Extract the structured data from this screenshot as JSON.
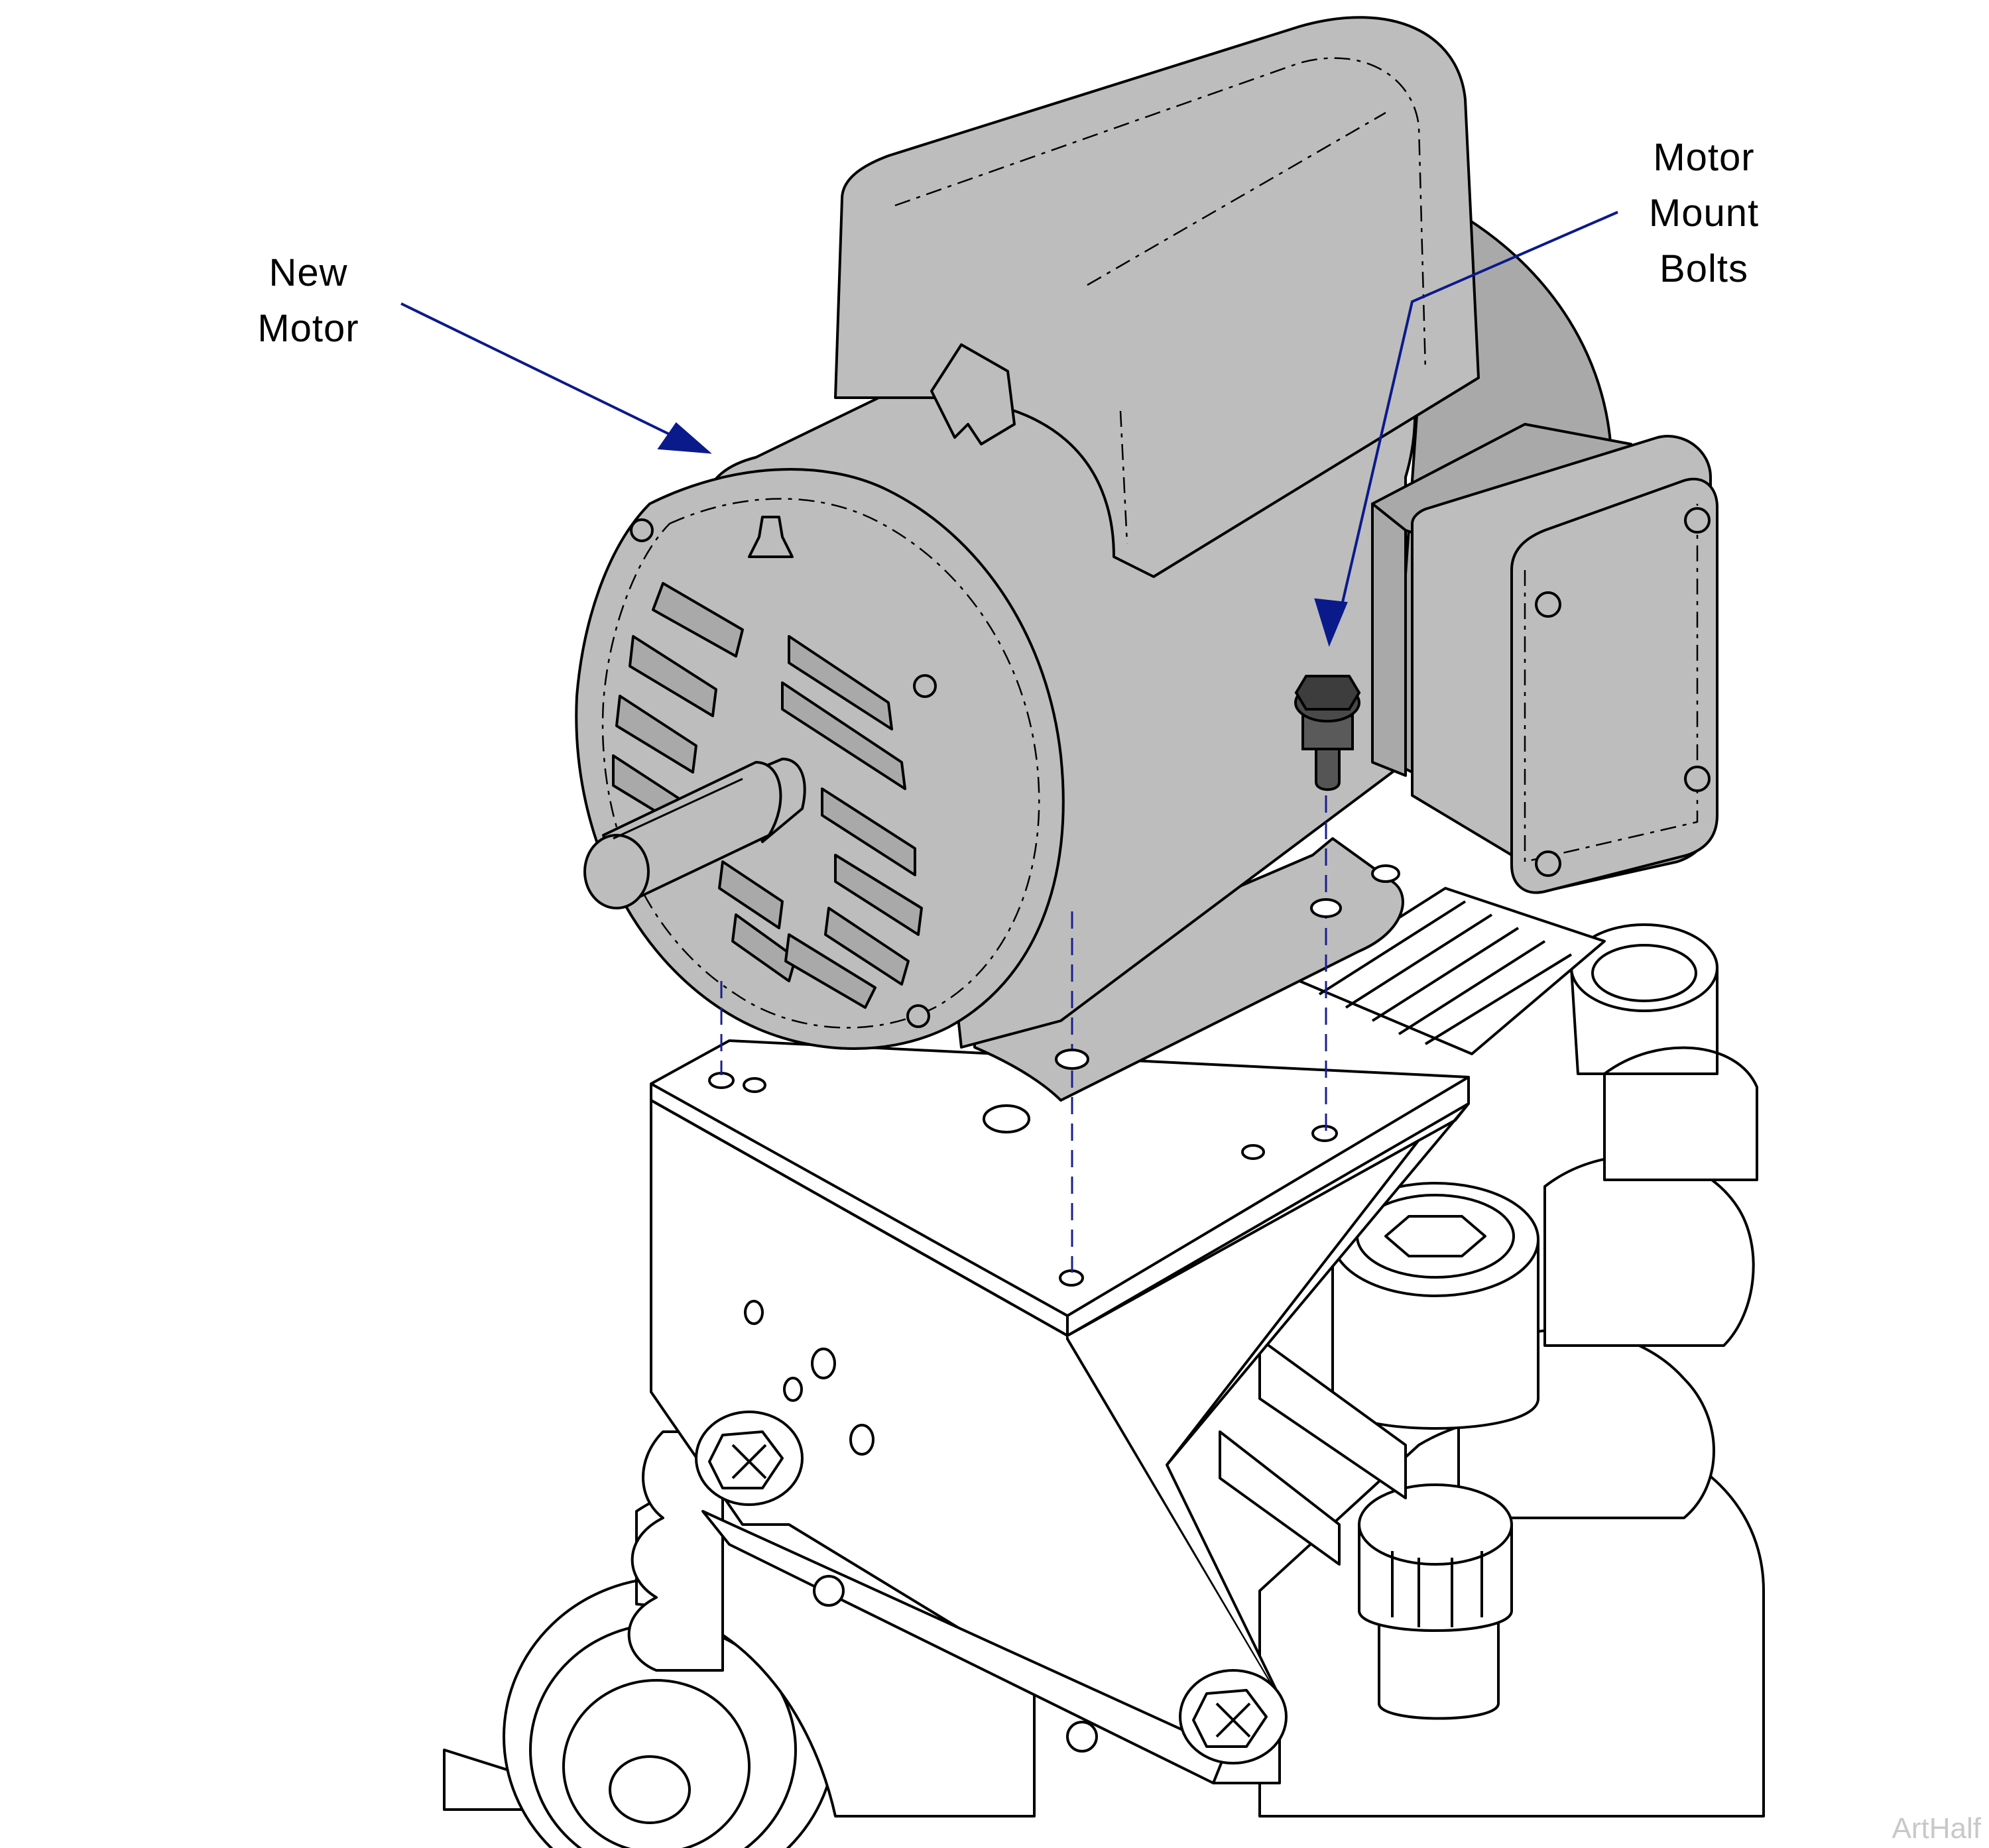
{
  "callouts": {
    "new_motor": {
      "line1": "New",
      "line2": "Motor"
    },
    "mount_bolts": {
      "line1": "Motor",
      "line2": "Mount",
      "line3": "Bolts"
    }
  },
  "watermark": "ArtHalf",
  "colors": {
    "motor_fill": "#bdbdbd",
    "motor_shade": "#a9a9a9",
    "line": "#000000",
    "leader": "#0b1a8a",
    "hidden_line": "#1a1f8f",
    "background": "#ffffff"
  }
}
